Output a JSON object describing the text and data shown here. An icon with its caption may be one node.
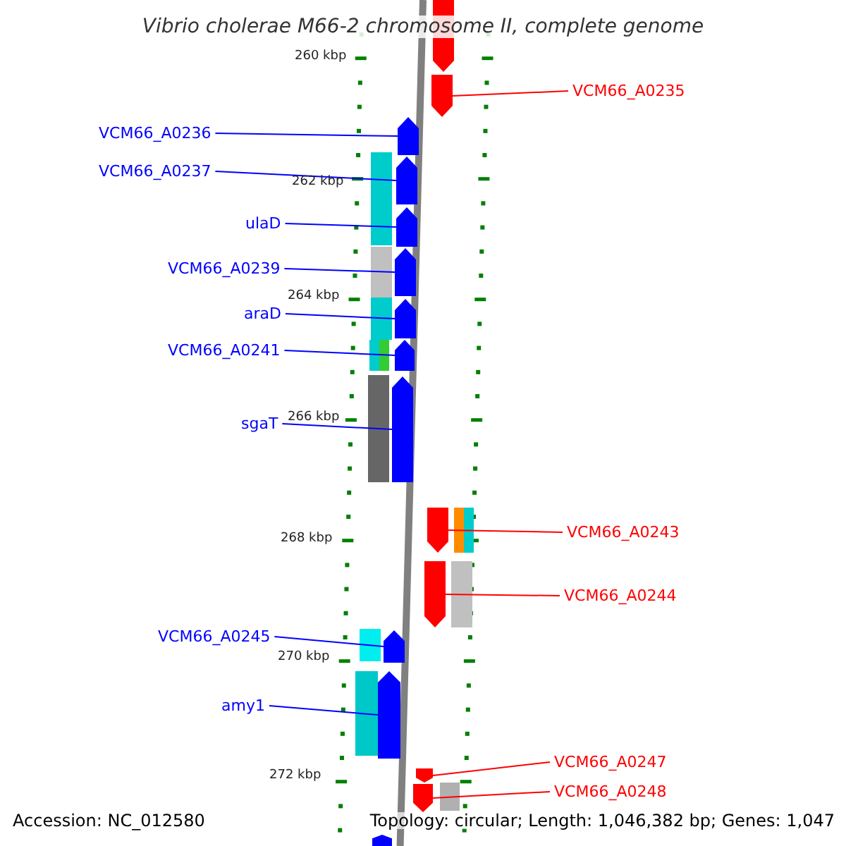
{
  "diagram": {
    "title": "Vibrio cholerae M66-2 chromosome II, complete genome",
    "nodes": [
      {
        "text": [
          "VCM66_A0235"
        ]
      },
      {
        "text": [
          "VCM66_A0236"
        ]
      },
      {
        "text": [
          "VCM66_A0237"
        ]
      },
      {
        "text": [
          "ulaD"
        ]
      },
      {
        "text": [
          "VCM66_A0239"
        ]
      },
      {
        "text": [
          "araD"
        ]
      },
      {
        "text": [
          "VCM66_A0241"
        ]
      },
      {
        "text": [
          "sgaT"
        ]
      },
      {
        "text": [
          "VCM66_A0243"
        ]
      },
      {
        "text": [
          "VCM66_A0244"
        ]
      },
      {
        "text": [
          "VCM66_A0245"
        ]
      },
      {
        "text": [
          "amy1"
        ]
      },
      {
        "text": [
          "VCM66_A0247"
        ]
      },
      {
        "text": [
          "VCM66_A0248"
        ]
      },
      {
        "text": [],
        "shape": "pentagon"
      },
      {
        "text": [],
        "shape": "pentagon"
      },
      {
        "text": [],
        "shape": "pentagon"
      },
      {
        "text": [],
        "shape": "pentagon"
      },
      {
        "text": [],
        "shape": "pentagon"
      },
      {
        "text": [],
        "shape": "pentagon"
      },
      {
        "text": [],
        "shape": "pentagon"
      },
      {
        "text": [],
        "shape": "pentagon"
      },
      {
        "text": [],
        "shape": "pentagon"
      },
      {
        "text": [],
        "shape": "pentagon"
      },
      {
        "text": [],
        "shape": "pentagon"
      },
      {
        "text": [],
        "shape": "pentagon"
      },
      {
        "text": [],
        "shape": "pentagon"
      },
      {
        "text": [],
        "shape": "pentagon"
      },
      {
        "text": [],
        "shape": "pentagon"
      },
      {
        "text": [],
        "shape": "pentagon"
      }
    ],
    "edges": [
      {
        "from": 0,
        "to": 15,
        "arrow": "none",
        "color": "#ff0000"
      },
      {
        "from": 1,
        "to": 16,
        "arrow": "none"
      },
      {
        "from": 2,
        "to": 17,
        "arrow": "none"
      },
      {
        "from": 3,
        "to": 18,
        "arrow": "none"
      },
      {
        "from": 4,
        "to": 19,
        "arrow": "none"
      },
      {
        "from": 5,
        "to": 20,
        "arrow": "none"
      },
      {
        "from": 6,
        "to": 21,
        "arrow": "none"
      },
      {
        "from": 7,
        "to": 22,
        "arrow": "none"
      },
      {
        "from": 8,
        "to": 23,
        "arrow": "none",
        "color": "#ff0000"
      },
      {
        "from": 9,
        "to": 24,
        "arrow": "none",
        "color": "#ff0000"
      },
      {
        "from": 10,
        "to": 25,
        "arrow": "none"
      },
      {
        "from": 11,
        "to": 26,
        "arrow": "none"
      },
      {
        "from": 12,
        "to": 27,
        "arrow": "none",
        "color": "#ff0000"
      },
      {
        "from": 13,
        "to": 28,
        "arrow": "none",
        "color": "#ff0000"
      }
    ],
    "labels": [
      "260 kbp",
      "262 kbp",
      "264 kbp",
      "266 kbp",
      "268 kbp",
      "270 kbp",
      "272 kbp",
      "Accession: NC_012580",
      "Topology: circular; Length: 1,046,382 bp; Genes: 1,047"
    ]
  }
}
